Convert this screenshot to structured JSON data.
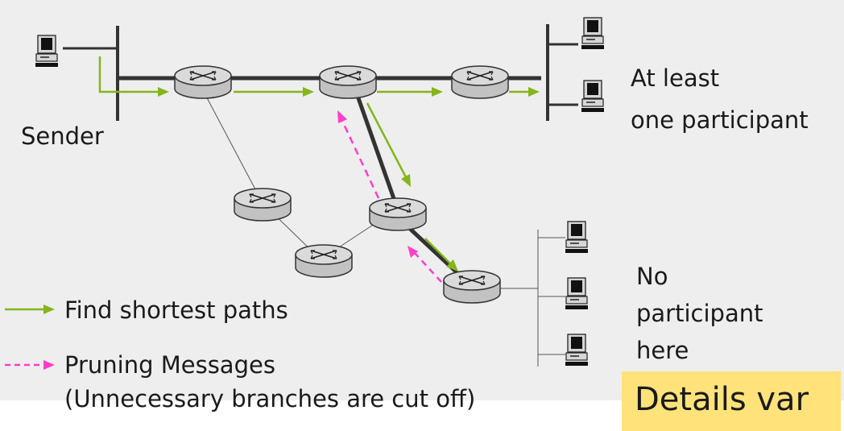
{
  "labels": {
    "sender": "Sender",
    "at_least_line1": "At least",
    "at_least_line2": "one participant",
    "no_line1": "No",
    "no_line2": "participant",
    "no_line3": "here"
  },
  "legend": {
    "shortest_paths": "Find shortest paths",
    "pruning_line1": "Pruning Messages",
    "pruning_line2": "(Unnecessary branches are cut off)"
  },
  "details": "Details var",
  "colors": {
    "background": "#eeeeee",
    "shortest_path_arrow": "#84b51a",
    "pruning_arrow": "#ff3ec8",
    "active_link": "#333333",
    "highlight_box": "#ffe27a"
  },
  "icons": {
    "router": "router-icon",
    "host": "computer-icon"
  }
}
